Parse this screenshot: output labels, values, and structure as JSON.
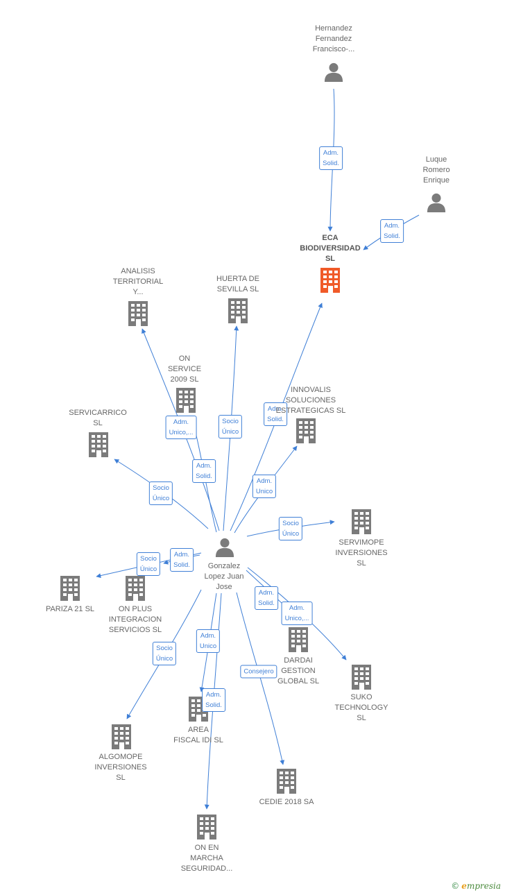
{
  "colors": {
    "edge": "#3f7fd6",
    "building": "#7b7b7b",
    "building_main": "#f05a28",
    "person": "#7b7b7b"
  },
  "nodes": [
    {
      "id": "hernandez",
      "type": "person",
      "label": "Hernandez\nFernandez\nFrancisco-..."
    },
    {
      "id": "luque",
      "type": "person",
      "label": "Luque\nRomero\nEnrique"
    },
    {
      "id": "eca",
      "type": "company",
      "main": true,
      "label": "ECA\nBIODIVERSIDAD\nSL"
    },
    {
      "id": "analisis",
      "type": "company",
      "label": "ANALISIS\nTERRITORIAL\nY..."
    },
    {
      "id": "huerta",
      "type": "company",
      "label": "HUERTA DE\nSEVILLA  SL"
    },
    {
      "id": "onservice",
      "type": "company",
      "label": "ON\nSERVICE\n2009  SL"
    },
    {
      "id": "innovalis",
      "type": "company",
      "label": "INNOVALIS\nSOLUCIONES\nESTRATEGICAS SL"
    },
    {
      "id": "servicarrico",
      "type": "company",
      "label": "SERVICARRICO\nSL"
    },
    {
      "id": "servimope",
      "type": "company",
      "label": "SERVIMOPE\nINVERSIONES\nSL"
    },
    {
      "id": "gonzalez",
      "type": "person",
      "label": "Gonzalez\nLopez Juan\nJose"
    },
    {
      "id": "pariza",
      "type": "company",
      "label": "PARIZA 21  SL"
    },
    {
      "id": "onplus",
      "type": "company",
      "label": "ON PLUS\nINTEGRACION\nSERVICIOS SL"
    },
    {
      "id": "dardai",
      "type": "company",
      "label": "DARDAI\nGESTION\nGLOBAL SL"
    },
    {
      "id": "suko",
      "type": "company",
      "label": "SUKO\nTECHNOLOGY\nSL"
    },
    {
      "id": "areafiscal",
      "type": "company",
      "label": "AREA\nFISCAL IDI  SL"
    },
    {
      "id": "algomope",
      "type": "company",
      "label": "ALGOMOPE\nINVERSIONES\nSL"
    },
    {
      "id": "cedie",
      "type": "company",
      "label": "CEDIE 2018 SA"
    },
    {
      "id": "onenmarcha",
      "type": "company",
      "label": "ON EN\nMARCHA\nSEGURIDAD..."
    }
  ],
  "edges": [
    {
      "from": "hernandez",
      "to": "eca",
      "label": "Adm.\nSolid."
    },
    {
      "from": "luque",
      "to": "eca",
      "label": "Adm.\nSolid."
    },
    {
      "from": "gonzalez",
      "to": "eca",
      "label": "Adm.\nSolid."
    },
    {
      "from": "gonzalez",
      "to": "analisis",
      "label": "Adm.\nUnico,..."
    },
    {
      "from": "gonzalez",
      "to": "huerta",
      "label": "Socio\nÚnico"
    },
    {
      "from": "gonzalez",
      "to": "onservice",
      "label": "Adm.\nSolid."
    },
    {
      "from": "gonzalez",
      "to": "innovalis",
      "label": "Adm.\nUnico"
    },
    {
      "from": "gonzalez",
      "to": "servicarrico",
      "label": "Socio\nÚnico"
    },
    {
      "from": "gonzalez",
      "to": "servimope",
      "label": "Socio\nÚnico"
    },
    {
      "from": "gonzalez",
      "to": "pariza",
      "label": "Socio\nÚnico"
    },
    {
      "from": "gonzalez",
      "to": "onplus",
      "label": "Adm.\nSolid."
    },
    {
      "from": "gonzalez",
      "to": "dardai",
      "label": "Adm.\nSolid."
    },
    {
      "from": "gonzalez",
      "to": "suko",
      "label": "Adm.\nUnico,..."
    },
    {
      "from": "gonzalez",
      "to": "areafiscal",
      "label": "Adm.\nUnico"
    },
    {
      "from": "gonzalez",
      "to": "algomope",
      "label": "Socio\nÚnico"
    },
    {
      "from": "gonzalez",
      "to": "cedie",
      "label": "Consejero"
    },
    {
      "from": "gonzalez",
      "to": "onenmarcha",
      "label": "Adm.\nSolid."
    }
  ],
  "brand": {
    "copyright": "©",
    "initial": "e",
    "rest": "mpresia"
  }
}
